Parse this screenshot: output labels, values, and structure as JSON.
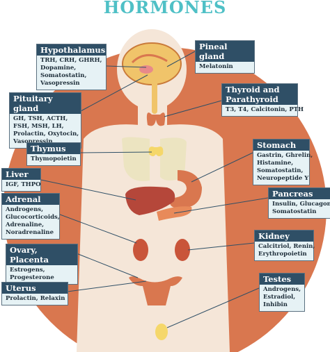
{
  "title": "HORMONES",
  "colors": {
    "title": "#4fc0c6",
    "background_circle": "#d9774f",
    "body_silhouette": "#f5e6d8",
    "label_header": "#2f4f66",
    "label_body": "#e6f2f5"
  },
  "labels": {
    "hypothalamus": {
      "name": "Hypothalamus",
      "hormones": [
        "TRH, CRH, GHRH,",
        "Dopamine,",
        "Somatostatin,",
        "Vasopressin"
      ]
    },
    "pineal": {
      "name": "Pineal gland",
      "hormones": [
        "Melatonin"
      ]
    },
    "pituitary": {
      "name": "Pituitary gland",
      "hormones": [
        "GH, TSH, ACTH,",
        "FSH, MSH, LH,",
        "Prolactin, Oxytocin,",
        "Vasopressin"
      ]
    },
    "thyroid": {
      "name": "Thyroid and",
      "name2": "Parathyroid",
      "hormones": [
        "T3, T4, Calcitonin, PTH"
      ]
    },
    "thymus": {
      "name": "Thymus",
      "hormones": [
        "Thymopoietin"
      ]
    },
    "stomach": {
      "name": "Stomach",
      "hormones": [
        "Gastrin, Ghrelin,",
        "Histamine,",
        "Somatostatin,",
        "Neuropeptide Y"
      ]
    },
    "liver": {
      "name": "Liver",
      "hormones": [
        "IGF, THPO"
      ]
    },
    "pancreas": {
      "name": "Pancreas",
      "hormones": [
        "Insulin, Glucagon,",
        "Somatostatin"
      ]
    },
    "adrenal": {
      "name": "Adrenal",
      "hormones": [
        "Androgens,",
        "Glucocorticoids,",
        "Adrenaline,",
        "Noradrenaline"
      ]
    },
    "kidney": {
      "name": "Kidney",
      "hormones": [
        "Calcitriol, Renin,",
        "Erythropoietin"
      ]
    },
    "ovary": {
      "name": "Ovary, Placenta",
      "hormones": [
        "Estrogens,",
        "Progesterone"
      ]
    },
    "testes": {
      "name": "Testes",
      "hormones": [
        "Androgens,",
        "Estradiol,",
        "Inhibin"
      ]
    },
    "uterus": {
      "name": "Uterus",
      "hormones": [
        "Prolactin, Relaxin"
      ]
    }
  }
}
